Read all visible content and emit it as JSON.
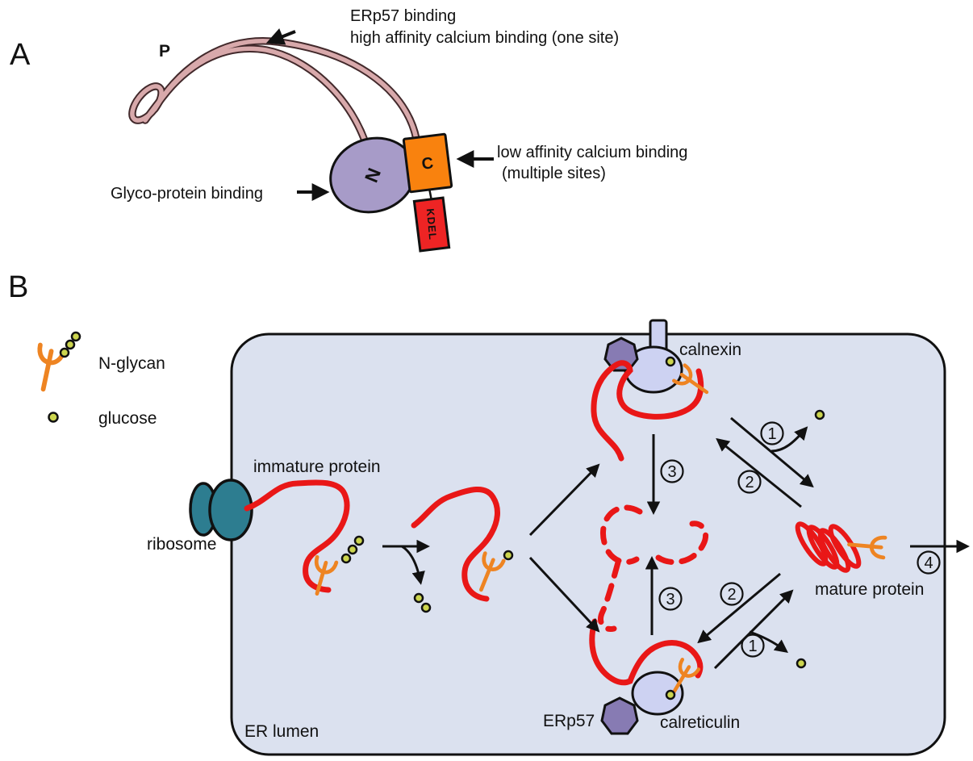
{
  "panelA": {
    "label": "A",
    "domains": {
      "p": "P",
      "n": "N",
      "c": "C",
      "kdel": "KDEL"
    },
    "annotations": {
      "erp57_line1": "ERp57 binding",
      "erp57_line2": "high affinity calcium binding (one site)",
      "low_affinity_line1": "low affinity calcium binding",
      "low_affinity_line2": "(multiple sites)",
      "glyco": "Glyco-protein binding"
    }
  },
  "panelB": {
    "label": "B",
    "legend": {
      "n_glycan": "N-glycan",
      "glucose": "glucose"
    },
    "labels": {
      "immature_protein": "immature protein",
      "ribosome": "ribosome",
      "er_lumen": "ER lumen",
      "calnexin": "calnexin",
      "erp57": "ERp57",
      "calreticulin": "calreticulin",
      "mature_protein": "mature protein"
    },
    "steps": {
      "s1": "1",
      "s2": "2",
      "s3": "3",
      "s4": "4"
    }
  },
  "colors": {
    "er_fill": "#dbe1ef",
    "outline": "#111111",
    "protein_red": "#e91717",
    "glycan_orange": "#ee8422",
    "glucose_fill": "#ccd54e",
    "p_loop_pink": "#d8a9ab",
    "n_domain_fill": "#a79bc8",
    "c_domain_fill": "#f9820e",
    "kdel_fill": "#ee2424",
    "kdel_text": "#8b0000",
    "chaperone_fill": "#cdd2f2",
    "erp57_fill": "#877bb3",
    "ribosome_fill": "#2d7d90"
  }
}
